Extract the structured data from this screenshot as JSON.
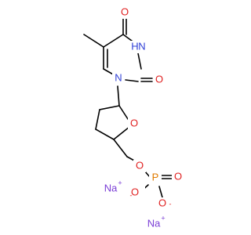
{
  "molecule": {
    "atoms": {
      "o_carbonyl_top": "O",
      "nh": "H",
      "n_ring": "N",
      "o_carbonyl_right": "O",
      "o_furan": "O",
      "o_ester": "O",
      "p": "P",
      "o_double": "O",
      "o_minus_left": "O",
      "o_minus_right": "O",
      "na_top": "Na",
      "na_bottom": "Na"
    },
    "charges": {
      "o_minus_left": "-",
      "o_minus_right": "-",
      "na_top": "+",
      "na_bottom": "+"
    },
    "nh_n": "N"
  }
}
